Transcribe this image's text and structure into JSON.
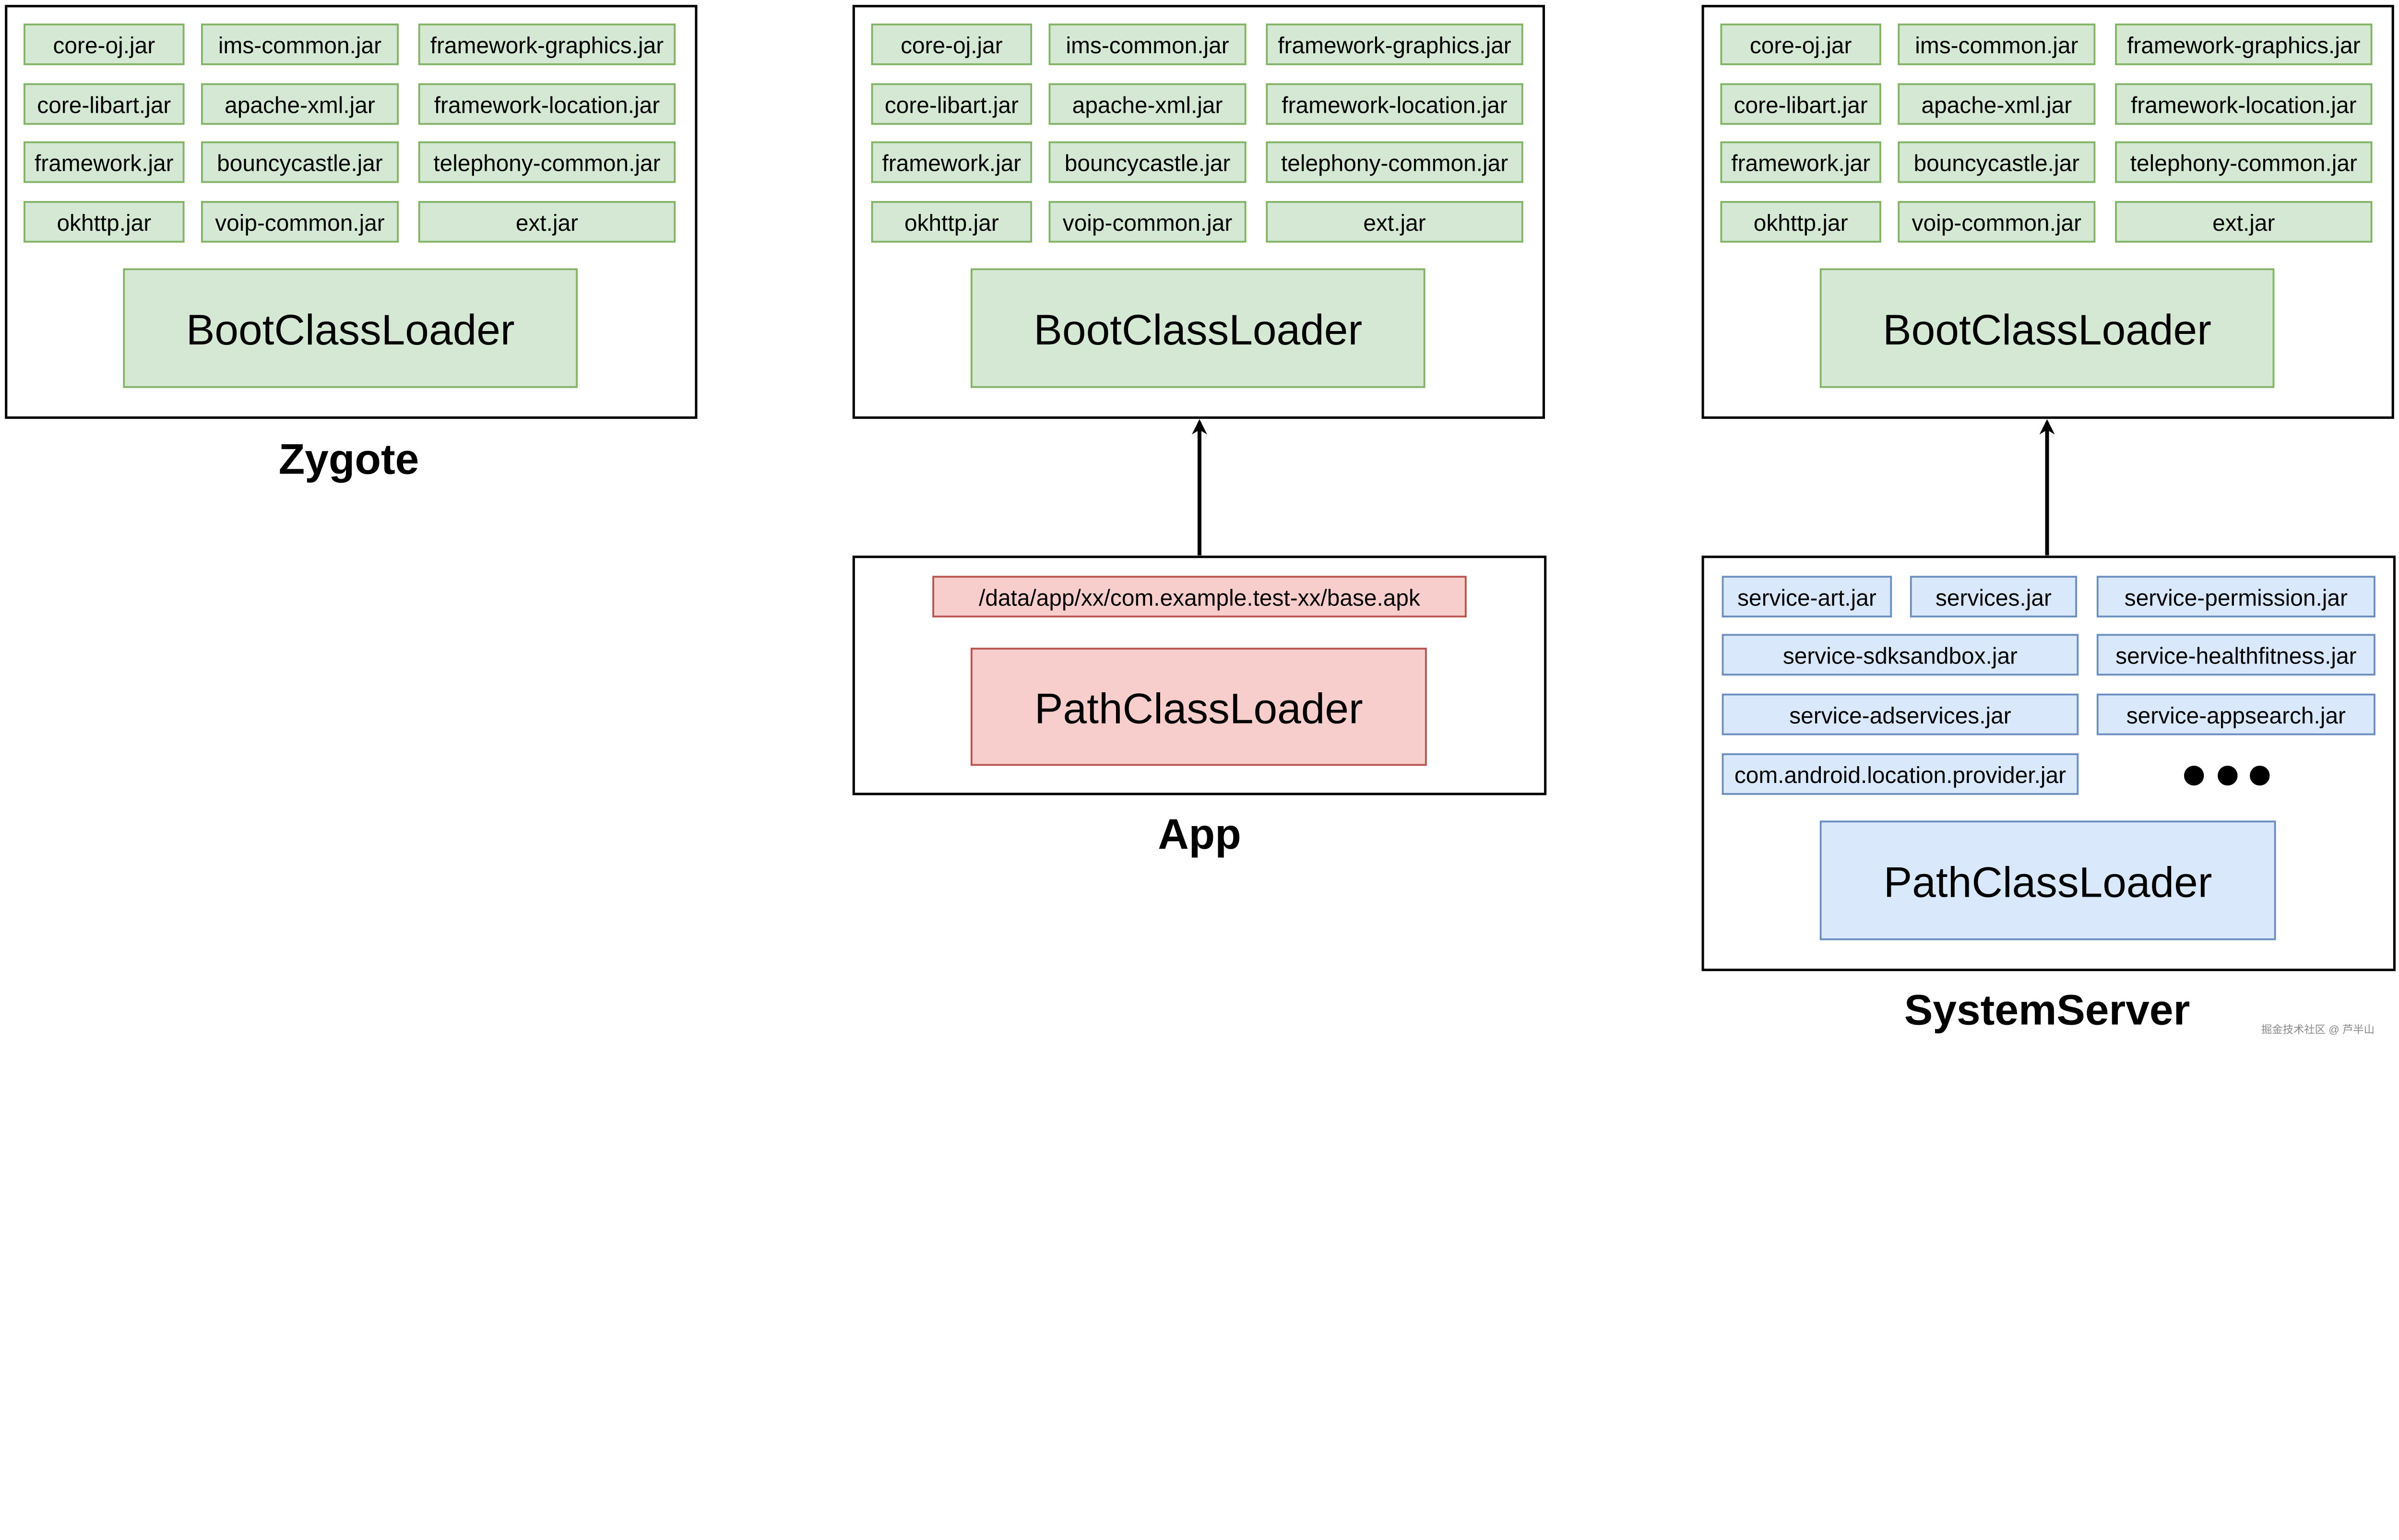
{
  "colors": {
    "green_fill": "#d5e8d4",
    "green_stroke": "#82b366",
    "red_fill": "#f8cecc",
    "red_stroke": "#b85450",
    "blue_fill": "#dae8fc",
    "blue_stroke": "#6c8ebf",
    "border": "#000000"
  },
  "boot_jars": [
    [
      "core-oj.jar",
      "ims-common.jar",
      "framework-graphics.jar"
    ],
    [
      "core-libart.jar",
      "apache-xml.jar",
      "framework-location.jar"
    ],
    [
      "framework.jar",
      "bouncycastle.jar",
      "telephony-common.jar"
    ],
    [
      "okhttp.jar",
      "voip-common.jar",
      "ext.jar"
    ]
  ],
  "boot_loader_label": "BootClassLoader",
  "zygote": {
    "label": "Zygote"
  },
  "app": {
    "label": "App",
    "apk_path": "/data/app/xx/com.example.test-xx/base.apk",
    "loader_label": "PathClassLoader"
  },
  "system_server": {
    "label": "SystemServer",
    "jars": [
      "service-art.jar",
      "services.jar",
      "service-permission.jar",
      "service-sdksandbox.jar",
      "service-healthfitness.jar",
      "service-adservices.jar",
      "service-appsearch.jar",
      "com.android.location.provider.jar"
    ],
    "more_indicator": "ellipsis-dots",
    "loader_label": "PathClassLoader"
  },
  "watermark": "掘金技术社区 @ 芦半山"
}
